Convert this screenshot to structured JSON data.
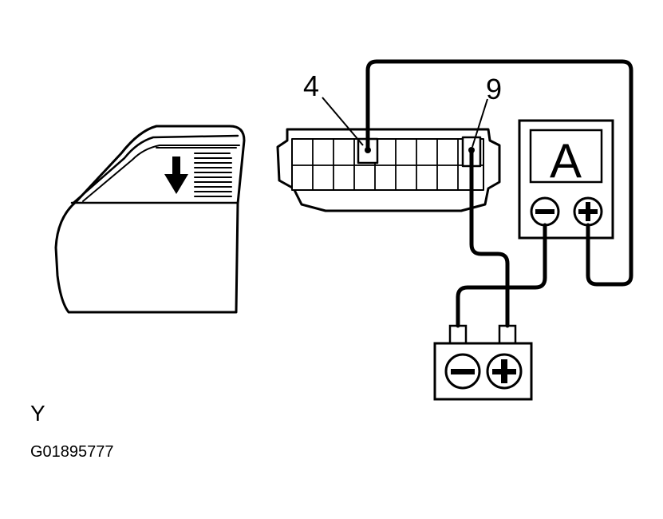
{
  "labels": {
    "pin_a": "4",
    "pin_b": "9",
    "meter": "A"
  },
  "caption": {
    "letter": "Y",
    "code": "G01895777"
  },
  "icons": {
    "down_arrow": "down-arrow-icon",
    "minus": "minus-icon",
    "plus": "plus-icon"
  },
  "colors": {
    "ink": "#000000",
    "paper": "#ffffff"
  }
}
